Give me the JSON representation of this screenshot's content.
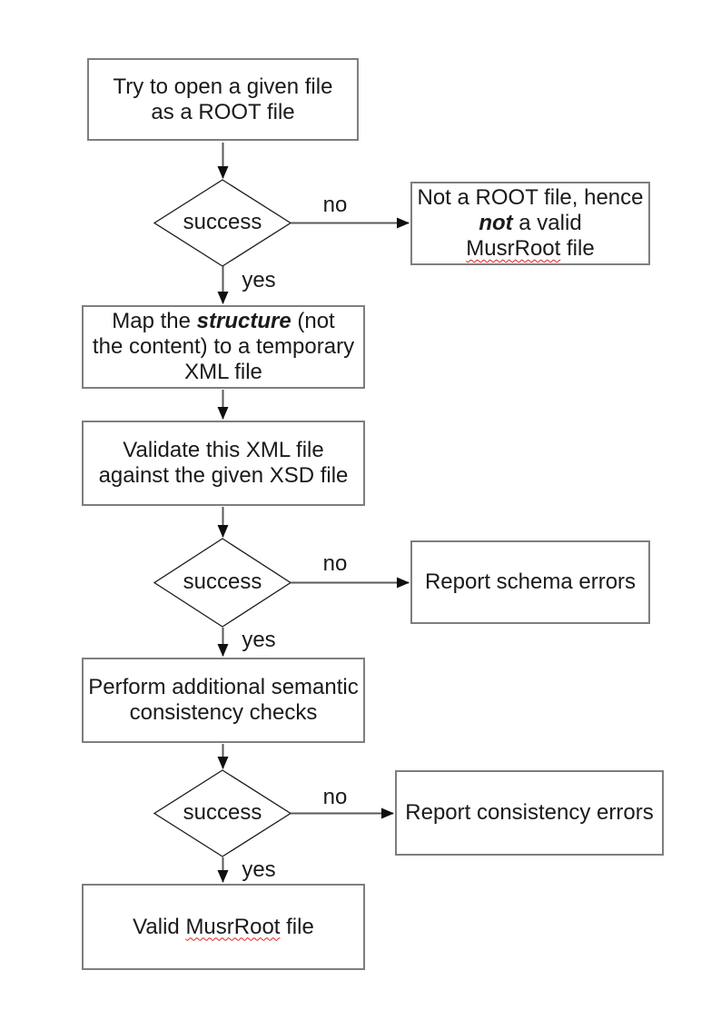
{
  "labels": {
    "decision": "success",
    "no": "no",
    "yes": "yes"
  },
  "boxes": {
    "open_file": {
      "lines": [
        "Try to open a given file",
        "as a ROOT file"
      ]
    },
    "not_root": {
      "line1": "Not a ROOT file, hence",
      "line2_bold_italic": "not",
      "line2_rest": " a valid",
      "line3_misspelled": "MusrRoot",
      "line3_rest": " file"
    },
    "map_structure": {
      "line1_pre": "Map the ",
      "line1_bold_italic": "structure",
      "line1_post": " (not",
      "line2": "the content) to a temporary",
      "line3": "XML file"
    },
    "validate": {
      "lines": [
        "Validate this XML file",
        "against the given XSD file"
      ]
    },
    "schema_errors": {
      "text": "Report schema errors"
    },
    "semantic_checks": {
      "lines": [
        "Perform additional semantic",
        "consistency checks"
      ]
    },
    "consistency_errors": {
      "text": "Report consistency errors"
    },
    "valid_file": {
      "pre": "Valid ",
      "misspelled": "MusrRoot",
      "post": " file"
    }
  },
  "colors": {
    "background": "#ffffff",
    "box_border": "#7e7e7e",
    "diamond_stroke": "#1c1c1c",
    "connector_line": "#5a5a5a",
    "arrowhead": "#0f0f0f",
    "text": "#1a1a1a",
    "spellcheck_squiggle": "#e02020"
  }
}
